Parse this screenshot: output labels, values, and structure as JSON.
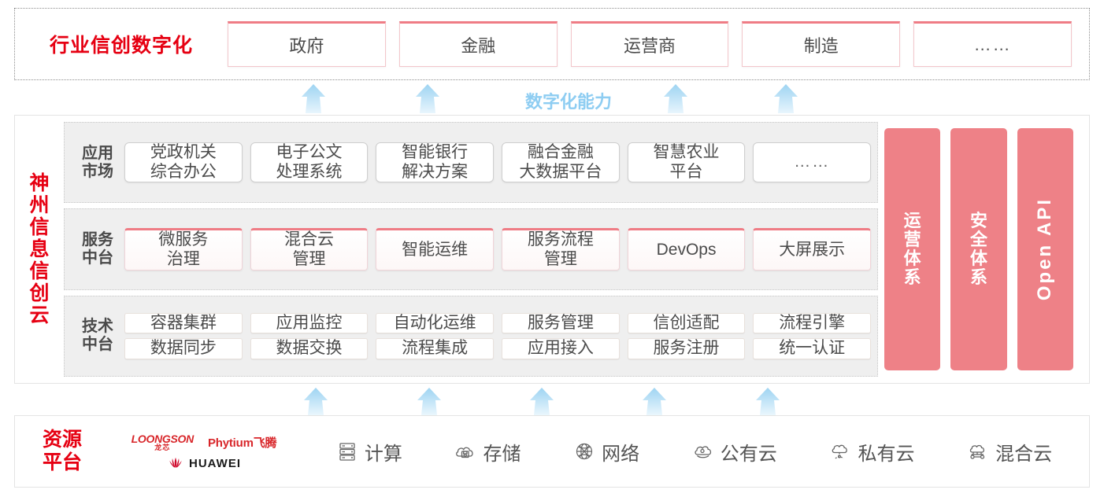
{
  "industry": {
    "title": "行业信创数字化",
    "cards": [
      "政府",
      "金融",
      "运营商",
      "制造",
      "……"
    ]
  },
  "capability_label": "数字化能力",
  "cloud": {
    "title_chars": [
      "神",
      "州",
      "信",
      "息",
      "信",
      "创",
      "云"
    ],
    "bands": [
      {
        "key": "app",
        "label": "应用\n市场",
        "label_lines": [
          "应用",
          "市场"
        ],
        "cards": [
          "党政机关\n综合办公",
          "电子公文\n处理系统",
          "智能银行\n解决方案",
          "融合金融\n大数据平台",
          "智慧农业\n平台",
          "……"
        ],
        "card_lines": [
          [
            "党政机关",
            "综合办公"
          ],
          [
            "电子公文",
            "处理系统"
          ],
          [
            "智能银行",
            "解决方案"
          ],
          [
            "融合金融",
            "大数据平台"
          ],
          [
            "智慧农业",
            "平台"
          ],
          [
            "……"
          ]
        ]
      },
      {
        "key": "svc",
        "label_lines": [
          "服务",
          "中台"
        ],
        "card_lines": [
          [
            "微服务",
            "治理"
          ],
          [
            "混合云",
            "管理"
          ],
          [
            "智能运维"
          ],
          [
            "服务流程",
            "管理"
          ],
          [
            "DevOps"
          ],
          [
            "大屏展示"
          ]
        ]
      },
      {
        "key": "tech",
        "label_lines": [
          "技术",
          "中台"
        ],
        "row1": [
          "容器集群",
          "应用监控",
          "自动化运维",
          "服务管理",
          "信创适配",
          "流程引擎"
        ],
        "row2": [
          "数据同步",
          "数据交换",
          "流程集成",
          "应用接入",
          "服务注册",
          "统一认证"
        ]
      }
    ],
    "pillars": [
      {
        "lines": [
          "运",
          "营",
          "体",
          "系"
        ],
        "rotated": false,
        "text": "运营体系"
      },
      {
        "lines": [
          "安",
          "全",
          "体",
          "系"
        ],
        "rotated": false,
        "text": "安全体系"
      },
      {
        "text": "Open API",
        "rotated": true
      }
    ]
  },
  "resource": {
    "title_lines": [
      "资源",
      "平台"
    ],
    "logos": {
      "loongson_en": "LOONGSON",
      "loongson_cn": "龙芯",
      "phytium": "Phytium飞腾",
      "huawei": "HUAWEI"
    },
    "items": [
      {
        "icon": "server-rack-icon",
        "label": "计算"
      },
      {
        "icon": "cloud-storage-icon",
        "label": "存储"
      },
      {
        "icon": "network-globe-icon",
        "label": "网络"
      },
      {
        "icon": "public-cloud-icon",
        "label": "公有云"
      },
      {
        "icon": "private-cloud-icon",
        "label": "私有云"
      },
      {
        "icon": "hybrid-cloud-icon",
        "label": "混合云"
      }
    ]
  },
  "colors": {
    "brand_red": "#e60012",
    "pink": "#ee8187",
    "card_pink_border": "#ef7c85",
    "arrow_blue": "#bfe1f7",
    "label_blue": "#8ecdf2",
    "band_bg": "#efefef"
  },
  "arrows": {
    "top_count": 4,
    "bottom_count": 5,
    "top_x": [
      375,
      520,
      835,
      975
    ],
    "bottom_x": [
      378,
      522,
      665,
      808,
      952
    ]
  }
}
